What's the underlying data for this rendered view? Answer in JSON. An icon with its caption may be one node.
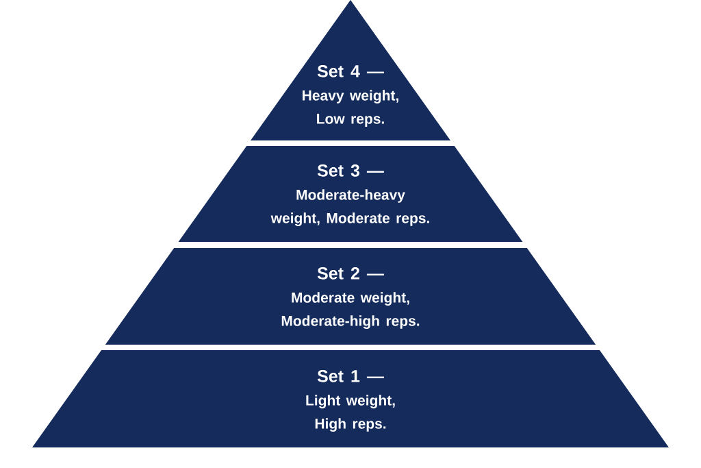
{
  "diagram": {
    "nodes": [
      {
        "text": [
          "Set 4 —",
          "Heavy weight, Low reps."
        ]
      },
      {
        "text": [
          "Set 3 —",
          "Moderate-heavy weight, Moderate reps."
        ]
      },
      {
        "text": [
          "Set 2 —",
          "Moderate weight, Moderate-high reps."
        ]
      },
      {
        "text": [
          "Set 1 —",
          "Light weight, High reps."
        ]
      }
    ]
  }
}
